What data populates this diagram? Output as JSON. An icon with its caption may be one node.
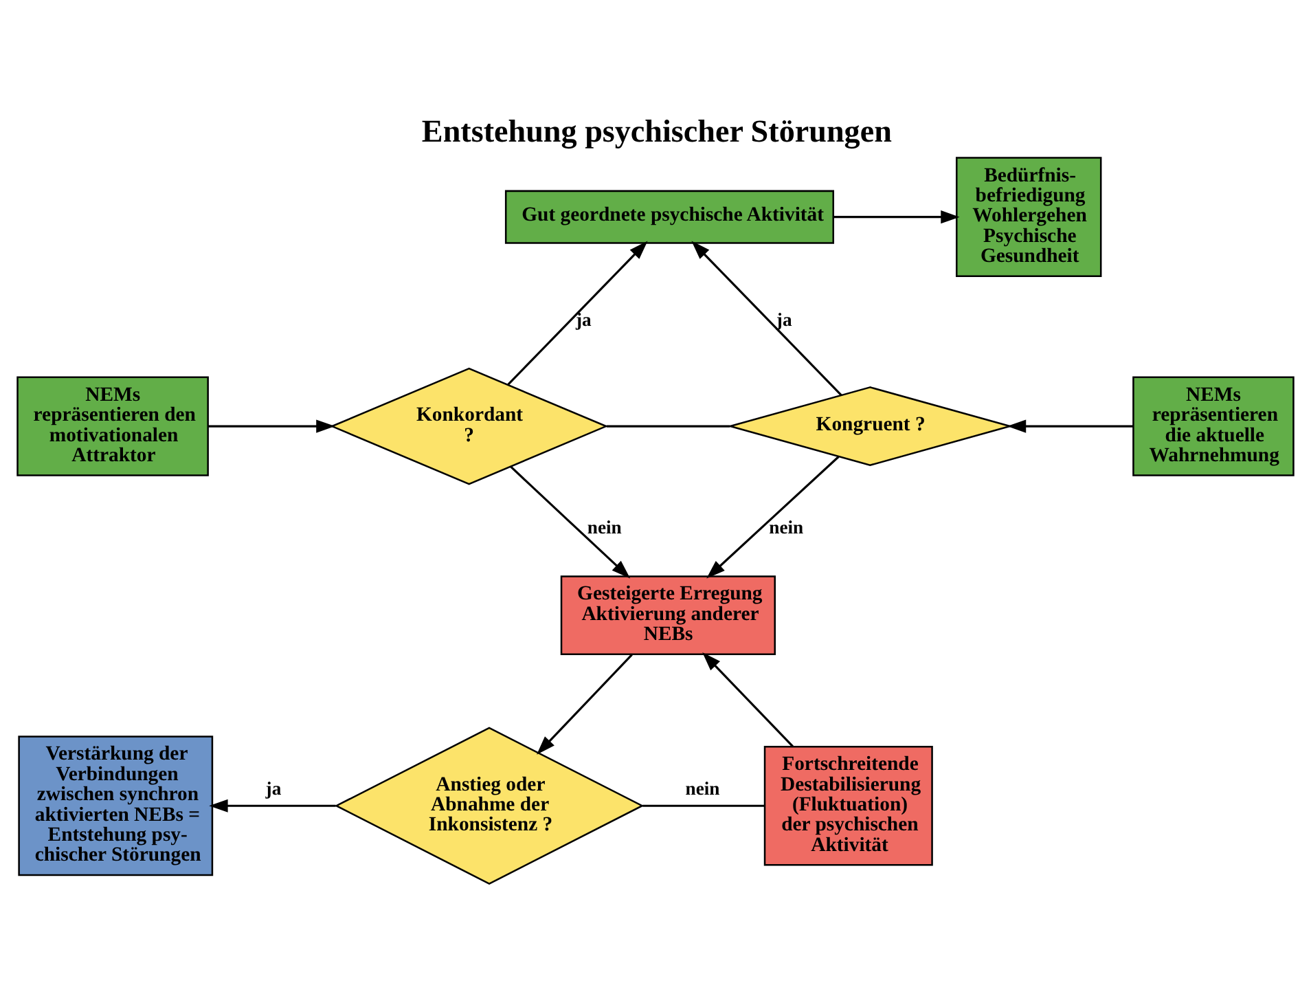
{
  "diagram": {
    "title": "Entstehung psychischer Störungen",
    "nodes": [
      {
        "text": [
          "Gut geordnete psychische Aktivität"
        ]
      },
      {
        "text": [
          "Bedürfnis- befriedigung Wohlergehen Psychische Gesundheit"
        ]
      },
      {
        "text": [
          "NEMs repräsentieren den motivationalen Attraktor"
        ]
      },
      {
        "text": [
          "Konkordant ?"
        ]
      },
      {
        "text": [
          "Kongruent ?"
        ]
      },
      {
        "text": [
          "NEMs repräsentieren die aktuelle Wahrnehmung"
        ]
      },
      {
        "text": [
          "Gesteigerte Erregung Aktivierung anderer NEBs"
        ]
      },
      {
        "text": [
          "Verstärkung der Verbindungen zwischen synchron aktivierten NEBs = Entstehung psy- chischer Störungen"
        ]
      },
      {
        "text": [
          "Anstieg oder Abnahme der Inkonsistenz ?"
        ]
      },
      {
        "text": [
          "Fortschreitende Destabilisierung (Fluktuation) der psychischen Aktivität"
        ]
      }
    ],
    "edges": [
      {
        "from": 0,
        "to": 1,
        "arrow": "to"
      },
      {
        "from": 2,
        "to": 3,
        "arrow": "to"
      },
      {
        "from": 3,
        "to": 0,
        "label": "ja",
        "arrow": "to"
      },
      {
        "from": 4,
        "to": 0,
        "label": "ja",
        "arrow": "to"
      },
      {
        "from": 3,
        "to": 4,
        "arrow": "none"
      },
      {
        "from": 5,
        "to": 4,
        "arrow": "to"
      },
      {
        "from": 3,
        "to": 6,
        "label": "nein",
        "arrow": "to"
      },
      {
        "from": 4,
        "to": 6,
        "label": "nein",
        "arrow": "to"
      },
      {
        "from": 6,
        "to": 8,
        "arrow": "to"
      },
      {
        "from": 8,
        "to": 7,
        "label": "ja",
        "arrow": "to"
      },
      {
        "from": 8,
        "to": 9,
        "label": "nein",
        "arrow": "none"
      },
      {
        "from": 9,
        "to": 6,
        "arrow": "to"
      }
    ]
  }
}
